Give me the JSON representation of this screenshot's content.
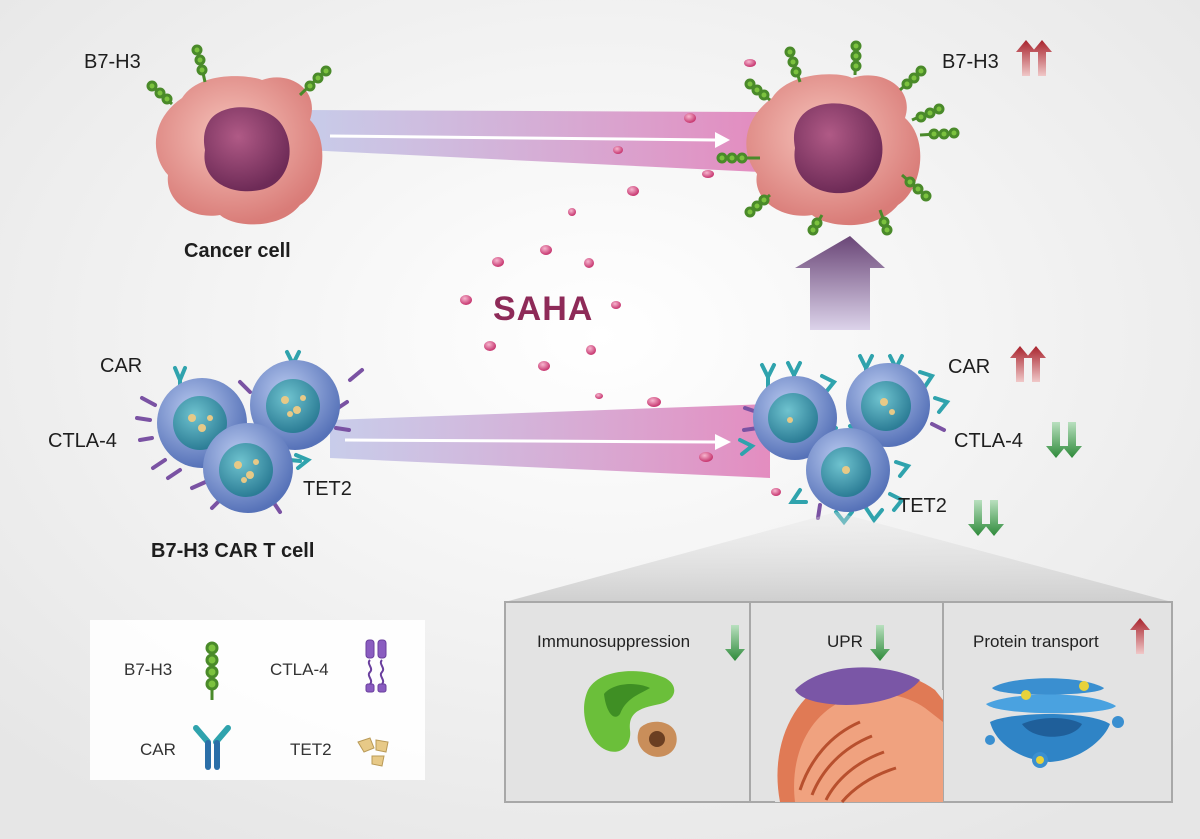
{
  "labels": {
    "b7h3_left": "B7-H3",
    "b7h3_right": "B7-H3",
    "cancer_cell": "Cancer cell",
    "saha": "SAHA",
    "car_left": "CAR",
    "ctla4_left": "CTLA-4",
    "tet2_left": "TET2",
    "car_t_cell": "B7-H3 CAR T cell",
    "car_right": "CAR",
    "ctla4_right": "CTLA-4",
    "tet2_right": "TET2"
  },
  "panels": [
    {
      "label": "Immunosuppression",
      "direction": "down"
    },
    {
      "label": "UPR",
      "direction": "down"
    },
    {
      "label": "Protein transport",
      "direction": "up"
    }
  ],
  "legend": {
    "b7h3": "B7-H3",
    "ctla4": "CTLA-4",
    "car": "CAR",
    "tet2": "TET2"
  },
  "colors": {
    "up_arrow": "#a8222c",
    "down_arrow": "#2e8a3a",
    "saha_text": "#8e2a58",
    "cancer_cell": "#e69a93",
    "t_cell": "#6f8fd0"
  }
}
